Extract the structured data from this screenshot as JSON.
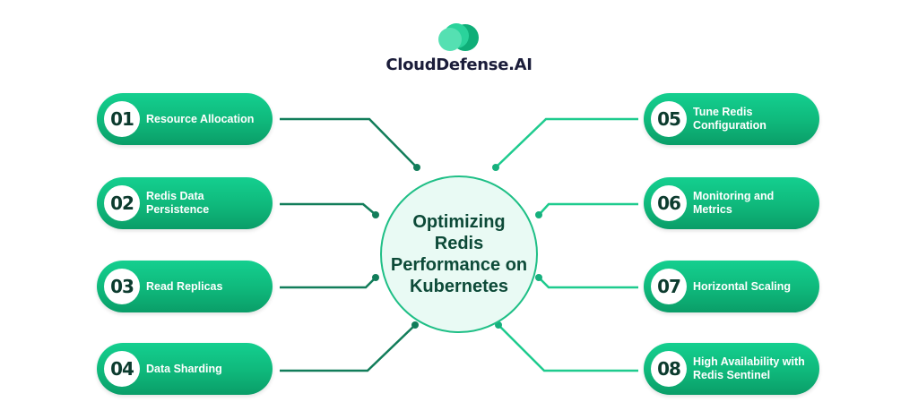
{
  "brand": {
    "name": "CloudDefense.AI",
    "colors": {
      "primary": "#12c48a",
      "dark": "#0c3b2e",
      "line": "#127d5a"
    }
  },
  "center": {
    "title": "Optimizing Redis Performance on Kubernetes"
  },
  "items": [
    {
      "number": "01",
      "label": "Resource Allocation"
    },
    {
      "number": "02",
      "label": "Redis Data Persistence"
    },
    {
      "number": "03",
      "label": "Read Replicas"
    },
    {
      "number": "04",
      "label": "Data Sharding"
    },
    {
      "number": "05",
      "label": "Tune Redis Configuration"
    },
    {
      "number": "06",
      "label": "Monitoring and Metrics"
    },
    {
      "number": "07",
      "label": "Horizontal Scaling"
    },
    {
      "number": "08",
      "label": "High Availability with Redis Sentinel"
    }
  ]
}
